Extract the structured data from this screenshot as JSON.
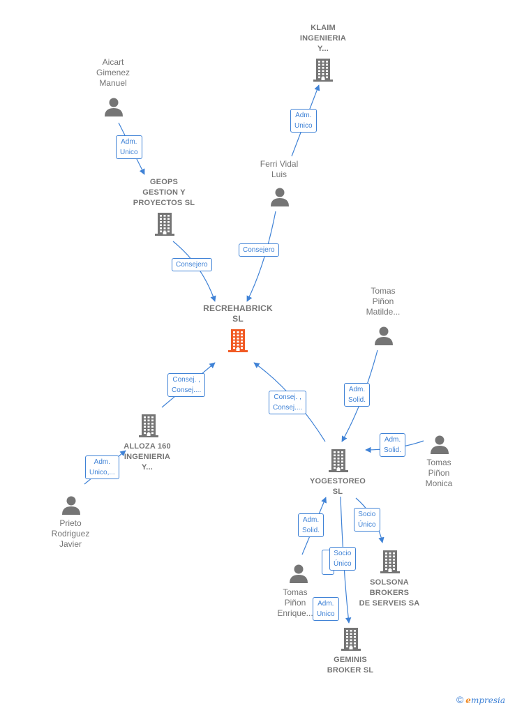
{
  "colors": {
    "accent": "#3f82d6",
    "focus": "#f15a24",
    "node": "#757575"
  },
  "nodes": {
    "aicart": {
      "label": "Aicart\nGimenez\nManuel",
      "type": "person"
    },
    "klaim": {
      "label": "KLAIM\nINGENIERIA\nY...",
      "type": "company"
    },
    "ferri": {
      "label": "Ferri Vidal\nLuis",
      "type": "person"
    },
    "geops": {
      "label": "GEOPS\nGESTION Y\nPROYECTOS SL",
      "type": "company"
    },
    "recrehabrick": {
      "label": "RECREHABRICK\nSL",
      "type": "company-focus"
    },
    "tomas_matilde": {
      "label": "Tomas\nPiñon\nMatilde...",
      "type": "person"
    },
    "alloza": {
      "label": "ALLOZA 160\nINGENIERIA\nY...",
      "type": "company"
    },
    "tomas_monica": {
      "label": "Tomas\nPiñon\nMonica",
      "type": "person"
    },
    "yogestoreo": {
      "label": "YOGESTOREO\nSL",
      "type": "company"
    },
    "prieto": {
      "label": "Prieto\nRodriguez\nJavier",
      "type": "person"
    },
    "solsona": {
      "label": "SOLSONA\nBROKERS\nDE SERVEIS SA",
      "type": "company"
    },
    "tomas_enrique": {
      "label": "Tomas\nPiñon\nEnrique...",
      "type": "person"
    },
    "geminis": {
      "label": "GEMINIS\nBROKER SL",
      "type": "company"
    }
  },
  "edges": {
    "aicart_geops": "Adm.\nUnico",
    "ferri_klaim": "Adm.\nUnico",
    "geops_recre": "Consejero",
    "ferri_recre": "Consejero",
    "alloza_recre": "Consej. ,\nConsej....",
    "yoge_recre": "Consej. ,\nConsej....",
    "matilde_yoge": "Adm.\nSolid.",
    "monica_yoge": "Adm.\nSolid.",
    "prieto_alloza": "Adm.\nUnico,...",
    "yoge_solsona": "Socio\nÚnico",
    "enrique_yoge": "Adm.\nSolid.",
    "enrique_solsona_hidden": "",
    "yoge_geminis": "Socio\nÚnico",
    "enrique_geminis": "Adm.\nUnico"
  },
  "footer": {
    "copyright": "©",
    "brand_e": "e",
    "brand_rest": "mpresia"
  }
}
